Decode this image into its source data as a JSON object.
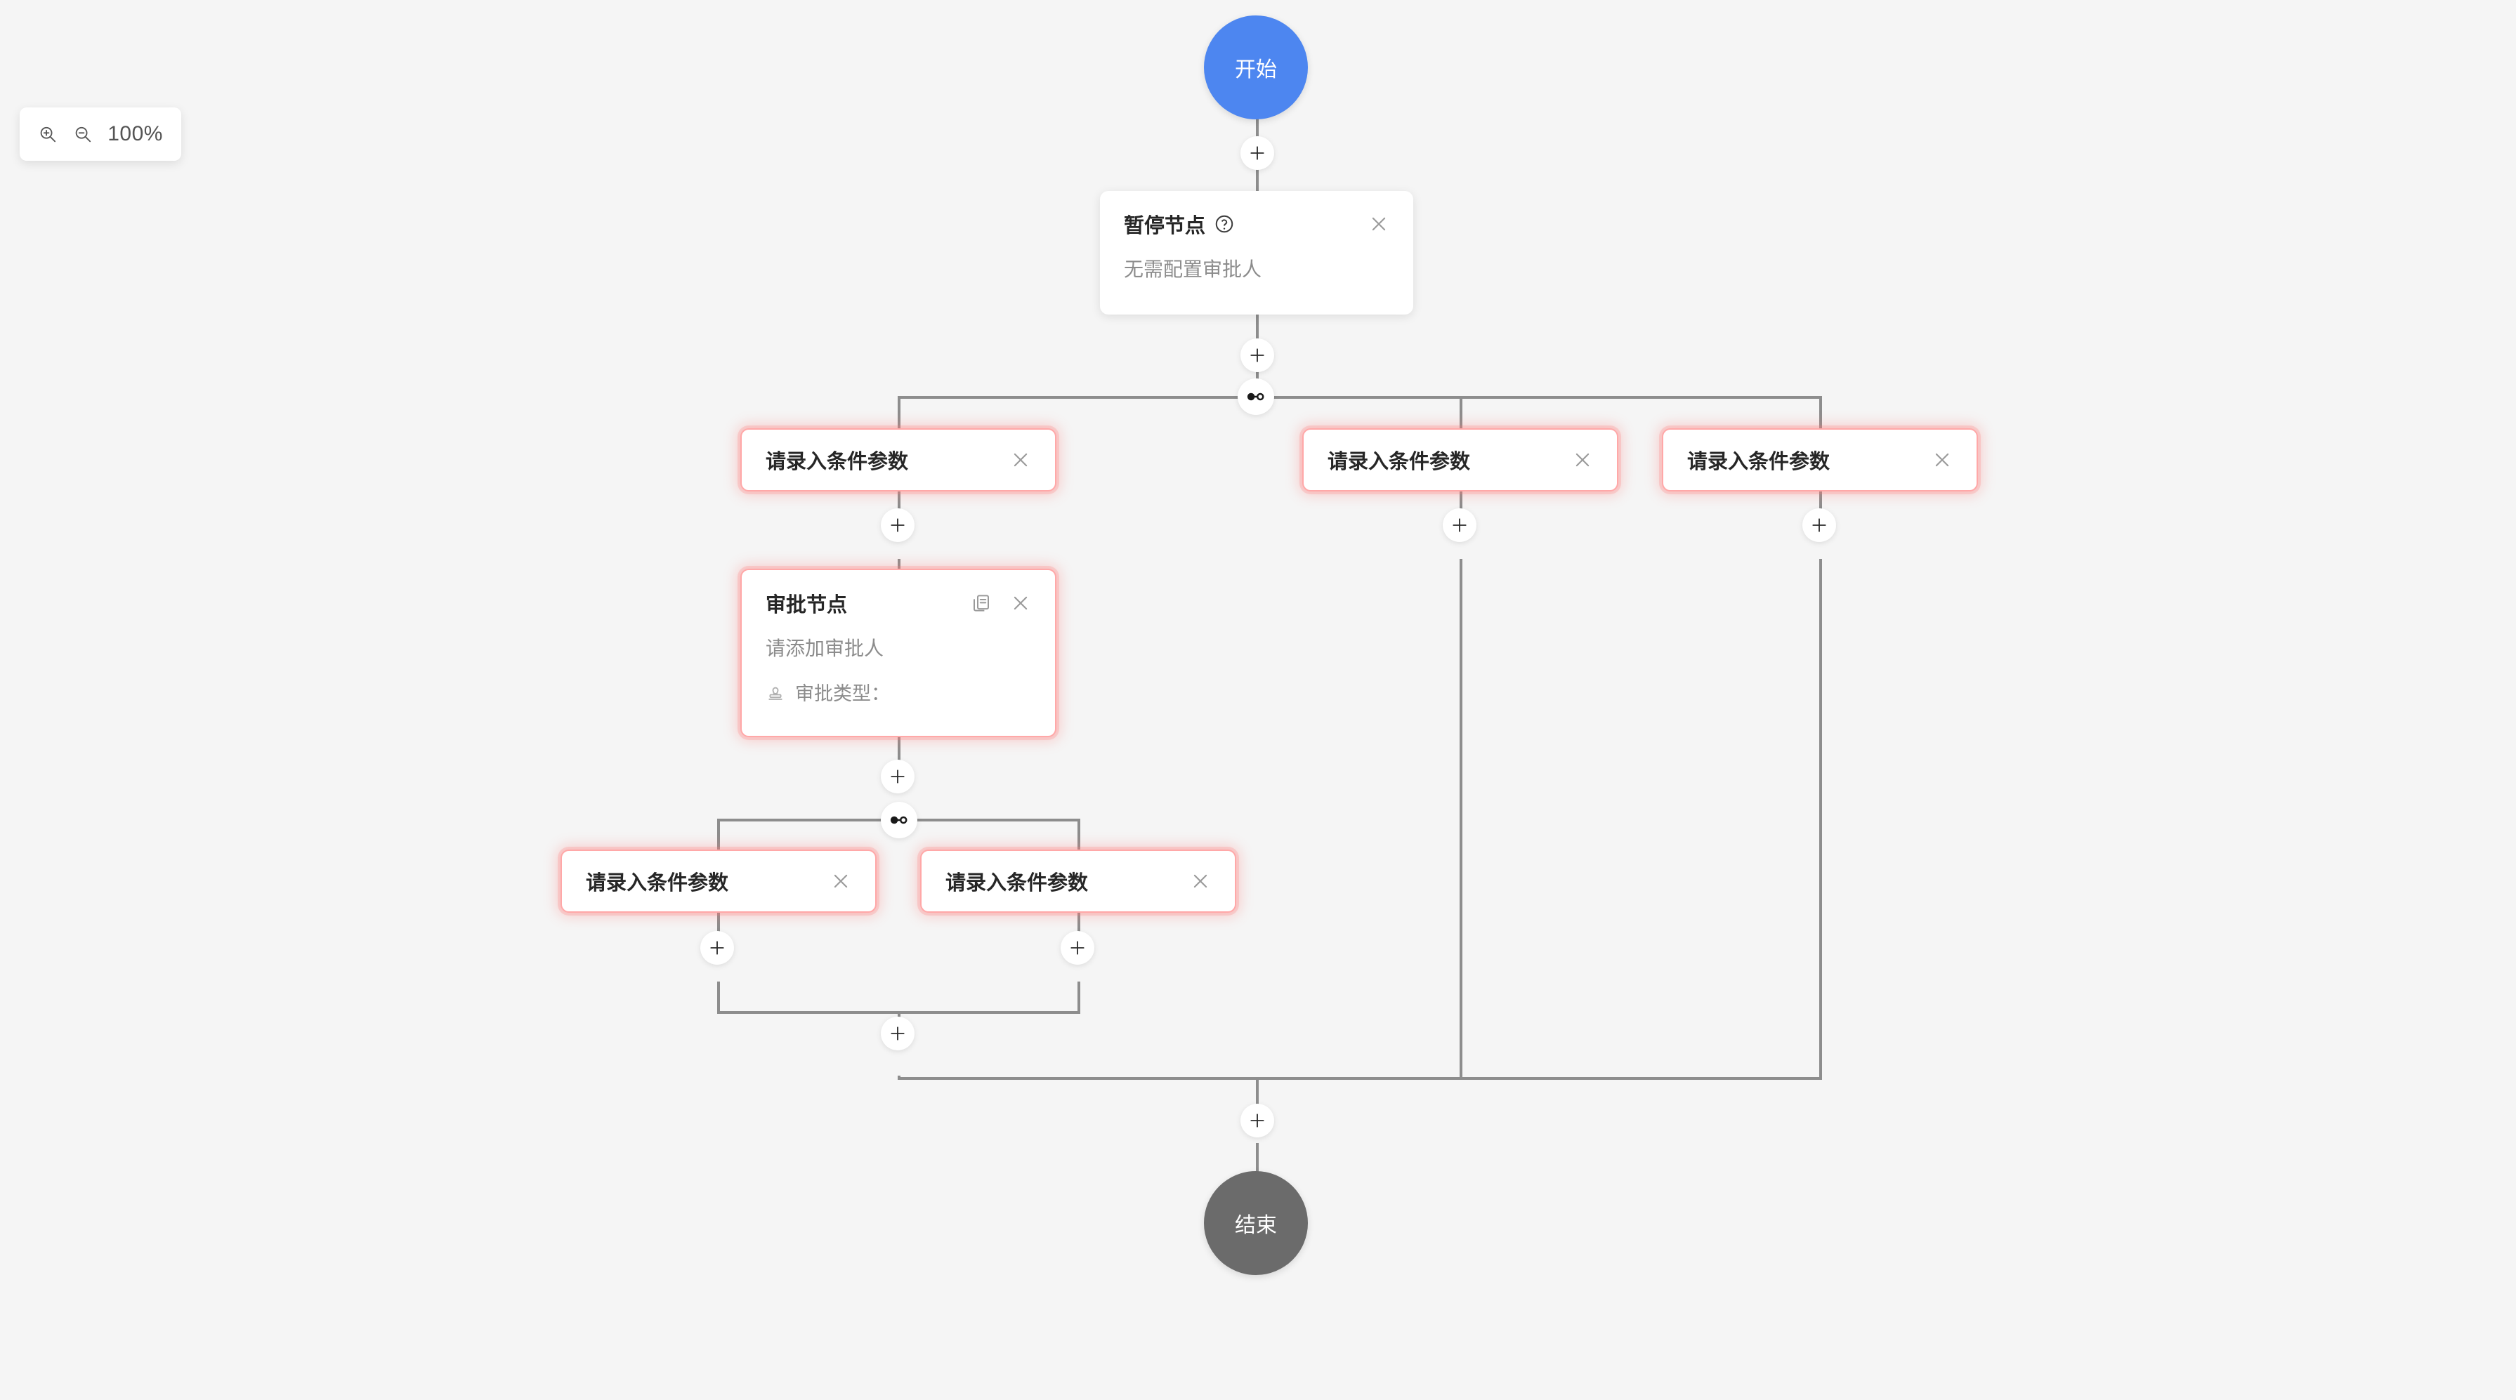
{
  "toolbar": {
    "zoom_in_icon": "zoom-in-icon",
    "zoom_out_icon": "zoom-out-icon",
    "zoom_level": "100%"
  },
  "flow": {
    "start_node": {
      "label": "开始",
      "type": "start"
    },
    "end_node": {
      "label": "结束",
      "type": "end"
    },
    "pause_node": {
      "title": "暂停节点",
      "help_icon": "question-circle-icon",
      "close_icon": "close-icon",
      "body": "无需配置审批人"
    },
    "approval_node": {
      "title": "审批节点",
      "copy_icon": "copy-icon",
      "close_icon": "close-icon",
      "body": "请添加审批人",
      "footer_icon": "stamp-icon",
      "footer_label": "审批类型："
    },
    "condition_placeholder": "请录入条件参数",
    "close_icon": "close-icon",
    "add_icon": "plus-icon",
    "branch_icon": "branch-junction-icon",
    "outer_conditions": [
      {
        "label": "请录入条件参数"
      },
      {
        "label": "请录入条件参数"
      },
      {
        "label": "请录入条件参数"
      }
    ],
    "inner_conditions": [
      {
        "label": "请录入条件参数"
      },
      {
        "label": "请录入条件参数"
      }
    ]
  },
  "colors": {
    "canvas_bg": "#f5f5f5",
    "start_fill": "#4d86f0",
    "end_fill": "#6b6b6b",
    "connector": "#8d8d8d",
    "error_border": "#ffa8a8",
    "error_glow": "#ff7875",
    "title_text": "#262626",
    "muted_text": "#8c8c8c"
  }
}
